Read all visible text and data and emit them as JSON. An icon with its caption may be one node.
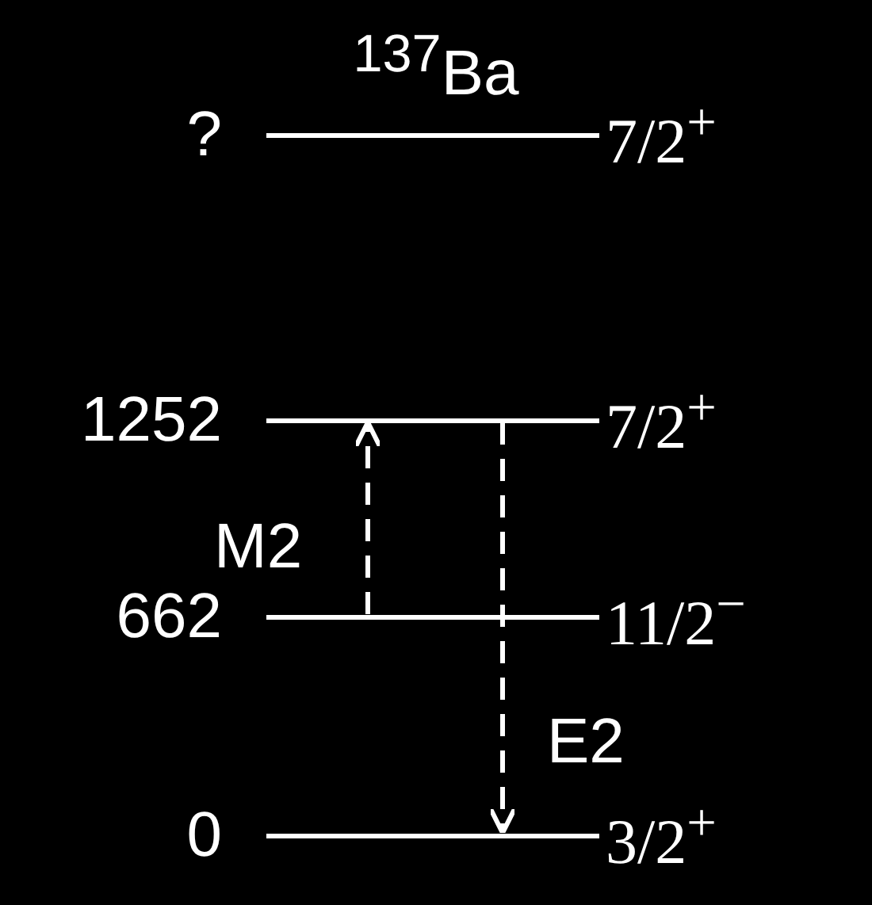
{
  "diagram": {
    "title": "$^{137}$Ba",
    "nodes": [
      {
        "text": [],
        "shape": "bar",
        "beside": [
          "?",
          "7/2$^{+}$"
        ]
      },
      {
        "text": [],
        "shape": "bar",
        "beside": [
          "1252",
          "7/2$^{+}$"
        ]
      },
      {
        "text": [],
        "shape": "bar",
        "beside": [
          "662",
          "11/2$^{−}$"
        ]
      },
      {
        "text": [],
        "shape": "bar",
        "beside": [
          "0",
          "3/2$^{+}$"
        ]
      }
    ],
    "edges": [
      {
        "from": 2,
        "to": 1,
        "arrow": "to",
        "style": "dashed",
        "label": "M2"
      },
      {
        "from": 1,
        "to": 3,
        "arrow": "to",
        "style": "dashed",
        "label": "E2"
      }
    ]
  }
}
